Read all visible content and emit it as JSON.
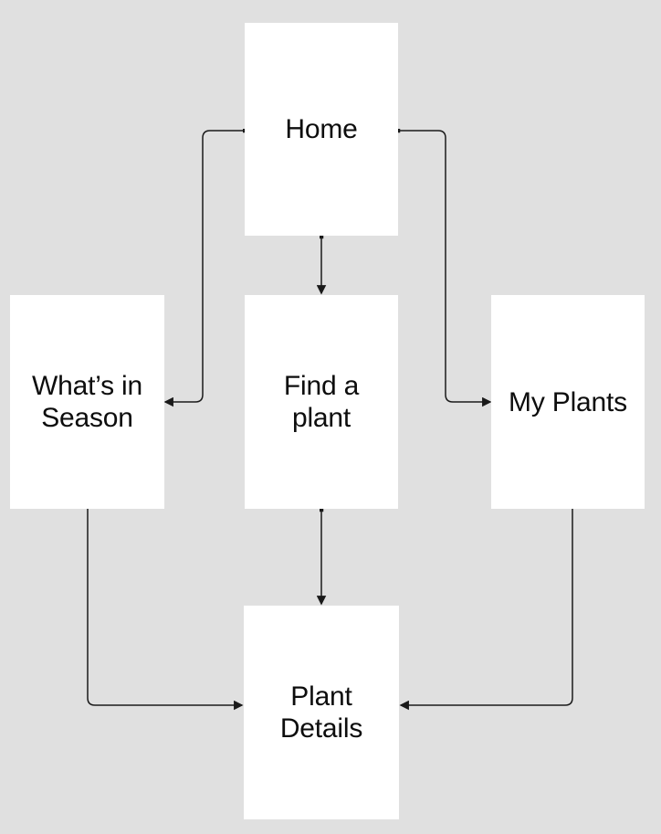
{
  "diagram": {
    "type": "flowchart",
    "colors": {
      "background": "#e0e0e0",
      "node_fill": "#ffffff",
      "connector": "#1a1a1a",
      "text": "#0d0d0d"
    },
    "nodes": [
      {
        "id": "home",
        "label": "Home"
      },
      {
        "id": "whats-in-season",
        "label": "What’s in\nSeason"
      },
      {
        "id": "find-a-plant",
        "label": "Find a\nplant"
      },
      {
        "id": "my-plants",
        "label": "My Plants"
      },
      {
        "id": "plant-details",
        "label": "Plant\nDetails"
      }
    ],
    "edges": [
      {
        "from": "Home",
        "to": "What’s in Season",
        "arrow": "end"
      },
      {
        "from": "Home",
        "to": "Find a plant",
        "arrow": "end"
      },
      {
        "from": "Home",
        "to": "My Plants",
        "arrow": "end"
      },
      {
        "from": "Find a plant",
        "to": "Plant Details",
        "arrow": "end"
      },
      {
        "from": "What’s in Season",
        "to": "Plant Details",
        "arrow": "end"
      },
      {
        "from": "My Plants",
        "to": "Plant Details",
        "arrow": "end"
      }
    ]
  }
}
